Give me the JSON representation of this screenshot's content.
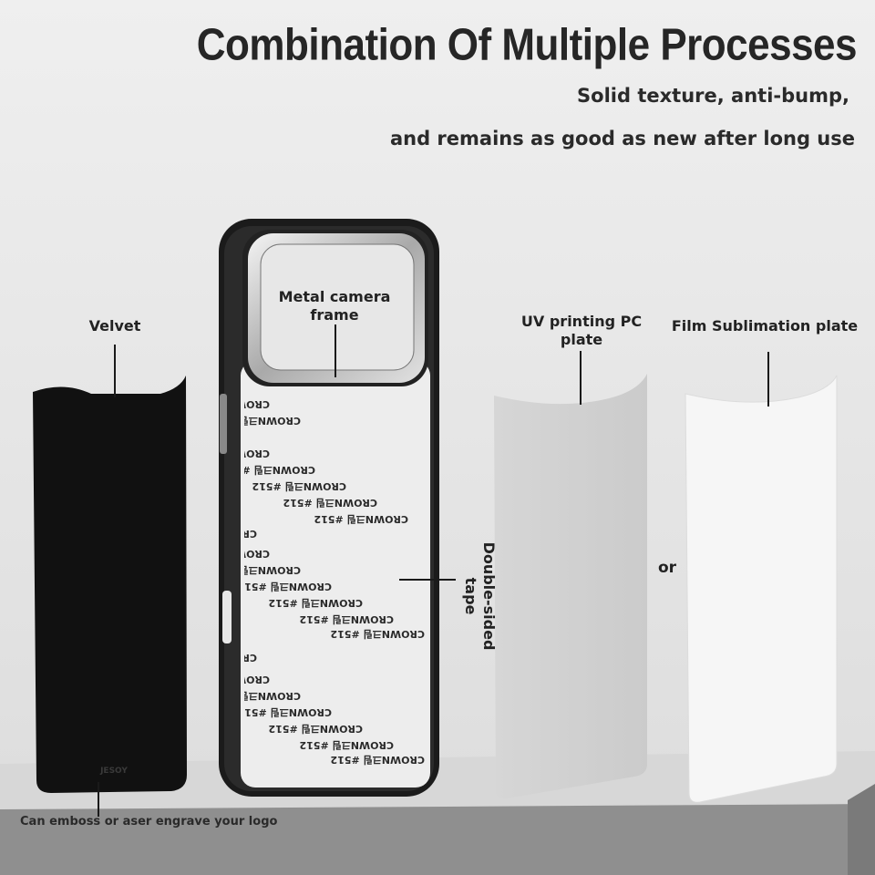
{
  "headline": "Combination Of Multiple Processes",
  "subtitle_line1": "Solid texture, anti-bump,",
  "subtitle_line2": "and remains as good as new after long use",
  "labels": {
    "velvet": "Velvet",
    "metal_camera_frame": "Metal camera frame",
    "uv_printing_pc_plate": "UV printing PC plate",
    "film_sublimation_plate": "Film Sublimation plate",
    "double_sided_tape": "Double-sided tape",
    "or": "or",
    "emboss_note": "Can emboss or aser engrave your logo"
  },
  "velvet_logo": "JESOY",
  "tape_print": {
    "brand": "CROWN",
    "hangul": "크림",
    "code": "#512"
  },
  "colors": {
    "background": "#e6e6e6",
    "floor": "#8d8d8d",
    "velvet": "#111111",
    "case_frame": "#1b1b1b",
    "tape_backing": "#ededed",
    "pc_plate": "#d2d2d2",
    "film_plate": "#f6f6f6",
    "text": "#1f1f1f"
  },
  "icons": [
    "camera-frame-icon"
  ]
}
